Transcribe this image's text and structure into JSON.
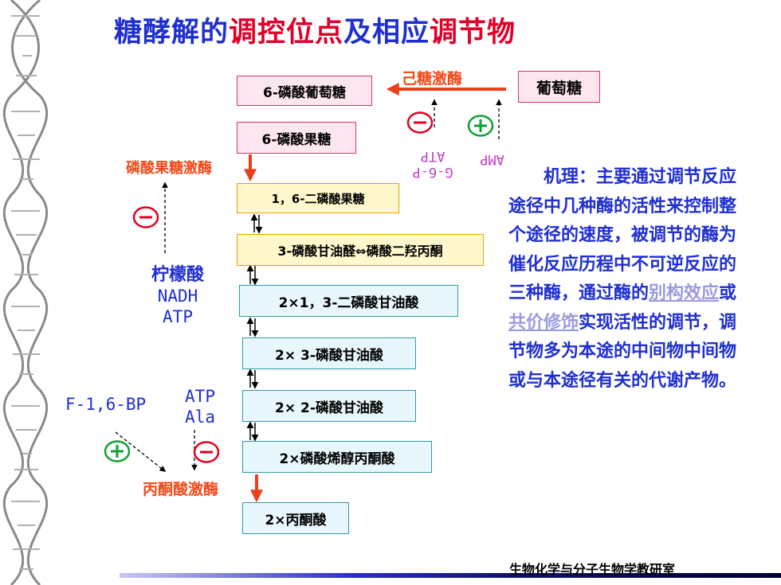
{
  "title": {
    "part1": "糖酵解的",
    "part2": "调控位点",
    "part3": "及相应",
    "part4": "调节物"
  },
  "metabolites": {
    "g6p": "6-磷酸葡萄糖",
    "glucose": "葡萄糖",
    "f6p": "6-磷酸果糖",
    "fbp": "1，6-二磷酸果糖",
    "triose": "3-磷酸甘油醛⇔磷酸二羟丙酮",
    "bpg13": "2×1，3-二磷酸甘油酸",
    "pg3": "2× 3-磷酸甘油酸",
    "pg2": "2× 2-磷酸甘油酸",
    "pep": "2×磷酸烯醇丙酮酸",
    "pyruvate": "2×丙酮酸"
  },
  "enzymes": {
    "hexokinase": "己糖激酶",
    "pfk": "磷酸果糖激酶",
    "pk": "丙酮酸激酶"
  },
  "regulators": {
    "minus": "−",
    "plus": "+",
    "hk_inhibitors": [
      "G-6-P",
      "ATP"
    ],
    "hk_activator": "AMP",
    "pfk_inhibitors": [
      "柠檬酸",
      "NADH",
      "ATP"
    ],
    "pk_activator": "F-1,6-BP",
    "pk_inhibitors": [
      "ATP",
      "Ala"
    ]
  },
  "description": {
    "text1": "机理：主要通过调节反应途径中几种酶的活性来控制整个途径的速度，被调节的酶为催化反应历程中不可逆反应的三种酶，通过酶的",
    "link1": "别构效应",
    "text2": "或",
    "link2": "共价修饰",
    "text3": "实现活性的调节，调节物多为本途的中间物中间物或与本途径有关的代谢产物。"
  },
  "footer": "生物化学与分子生物学教研室",
  "colors": {
    "title_blue": "#1f2fd0",
    "title_red": "#e0002a",
    "enzyme_orange": "#f04a1a",
    "arrow_red": "#e8401a"
  }
}
